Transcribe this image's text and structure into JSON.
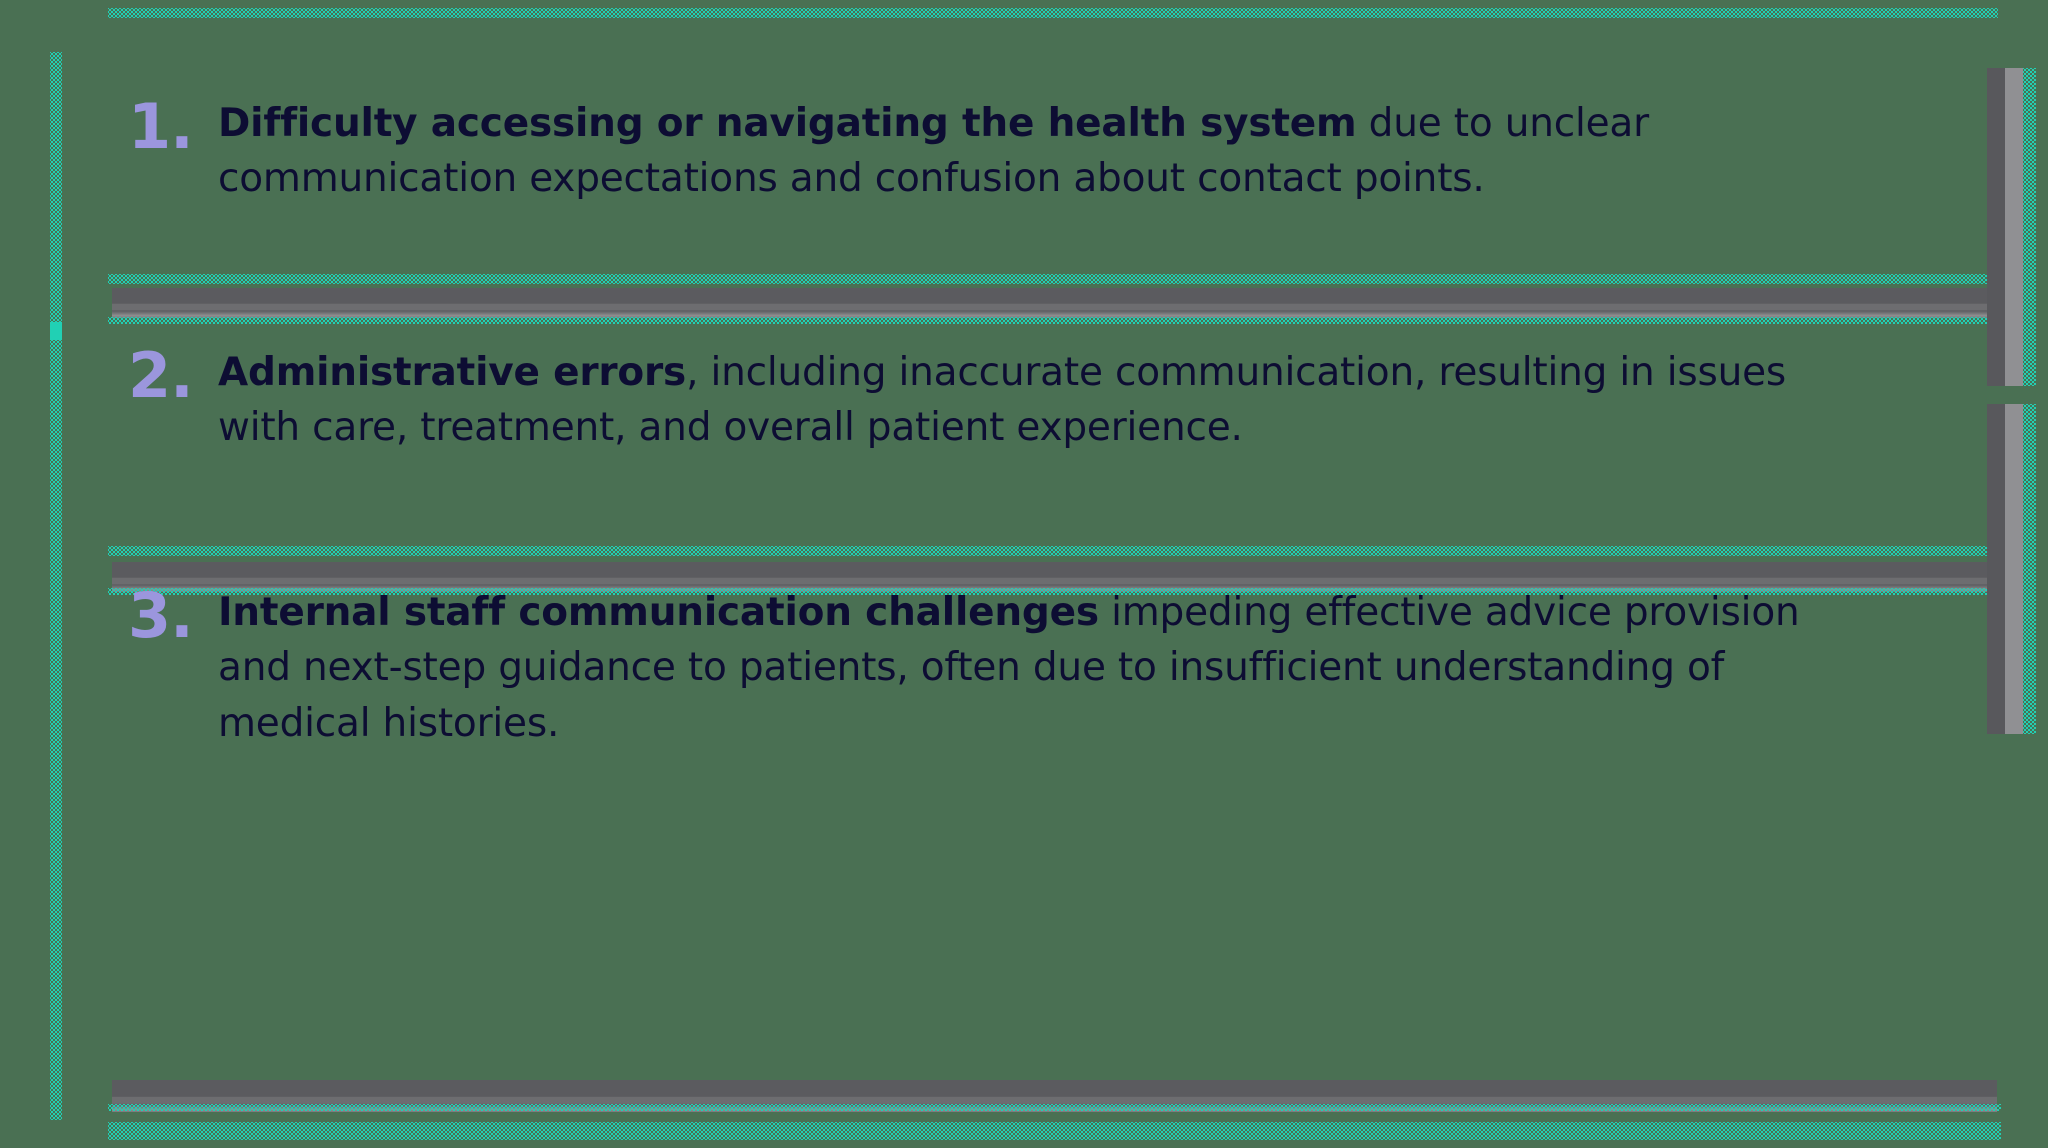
{
  "theme": {
    "background_color": "#4a7053",
    "accent_dotted_color": "#21d0b4",
    "number_color": "#9b96dd",
    "text_color": "#0d0d33",
    "band_color_dark": "#5b5b5f",
    "band_color_light": "#909093"
  },
  "list": {
    "items": [
      {
        "number": "1.",
        "lead": "Difficulty accessing or navigating the health system",
        "rest": " due to unclear communication expectations and confusion about contact points."
      },
      {
        "number": "2.",
        "lead": "Administrative errors",
        "rest": ", including inaccurate communication, resulting in issues with care, treatment, and overall patient experience."
      },
      {
        "number": "3.",
        "lead": "Internal staff communication challenges",
        "rest": " impeding effective advice provision and next-step guidance to patients, often due to insufficient understanding of medical histories."
      }
    ]
  }
}
